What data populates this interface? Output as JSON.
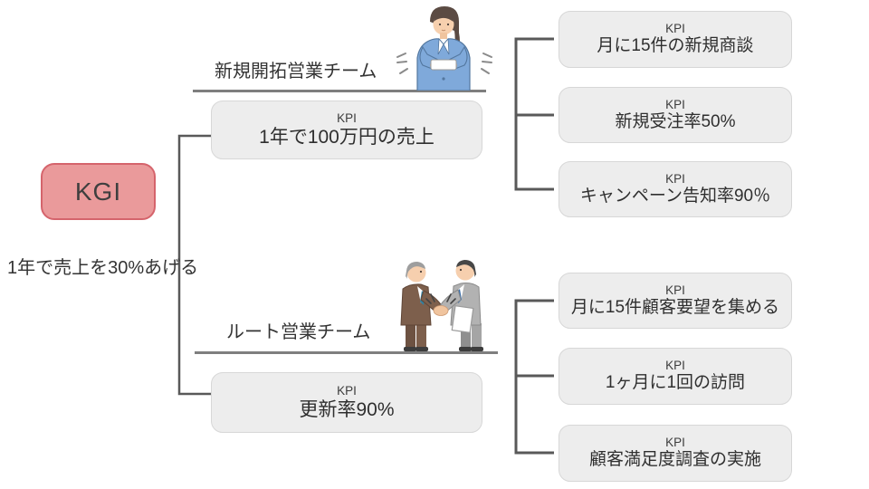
{
  "kgi": {
    "label": "KGI",
    "description": "1年で売上を30%あげる"
  },
  "teams": [
    {
      "name": "新規開拓営業チーム",
      "illustration": "businesswoman-holding-card",
      "kpi": {
        "tag": "KPI",
        "value": "1年で100万円の売上"
      },
      "sub_kpis": [
        {
          "tag": "KPI",
          "value": "月に15件の新規商談"
        },
        {
          "tag": "KPI",
          "value": "新規受注率50%"
        },
        {
          "tag": "KPI",
          "value": "キャンペーン告知率90％"
        }
      ]
    },
    {
      "name": "ルート営業チーム",
      "illustration": "businessmen-handshake",
      "kpi": {
        "tag": "KPI",
        "value": "更新率90%"
      },
      "sub_kpis": [
        {
          "tag": "KPI",
          "value": "月に15件顧客要望を集める"
        },
        {
          "tag": "KPI",
          "value": "1ヶ月に1回の訪問"
        },
        {
          "tag": "KPI",
          "value": "顧客満足度調査の実施"
        }
      ]
    }
  ],
  "colors": {
    "kgi-fill": "#ea9a9b",
    "kgi-border": "#d5646c",
    "kpi-fill": "#ededed",
    "kpi-border": "#d7d7d7",
    "line": "#595959",
    "rule": "#7f7f7f"
  }
}
